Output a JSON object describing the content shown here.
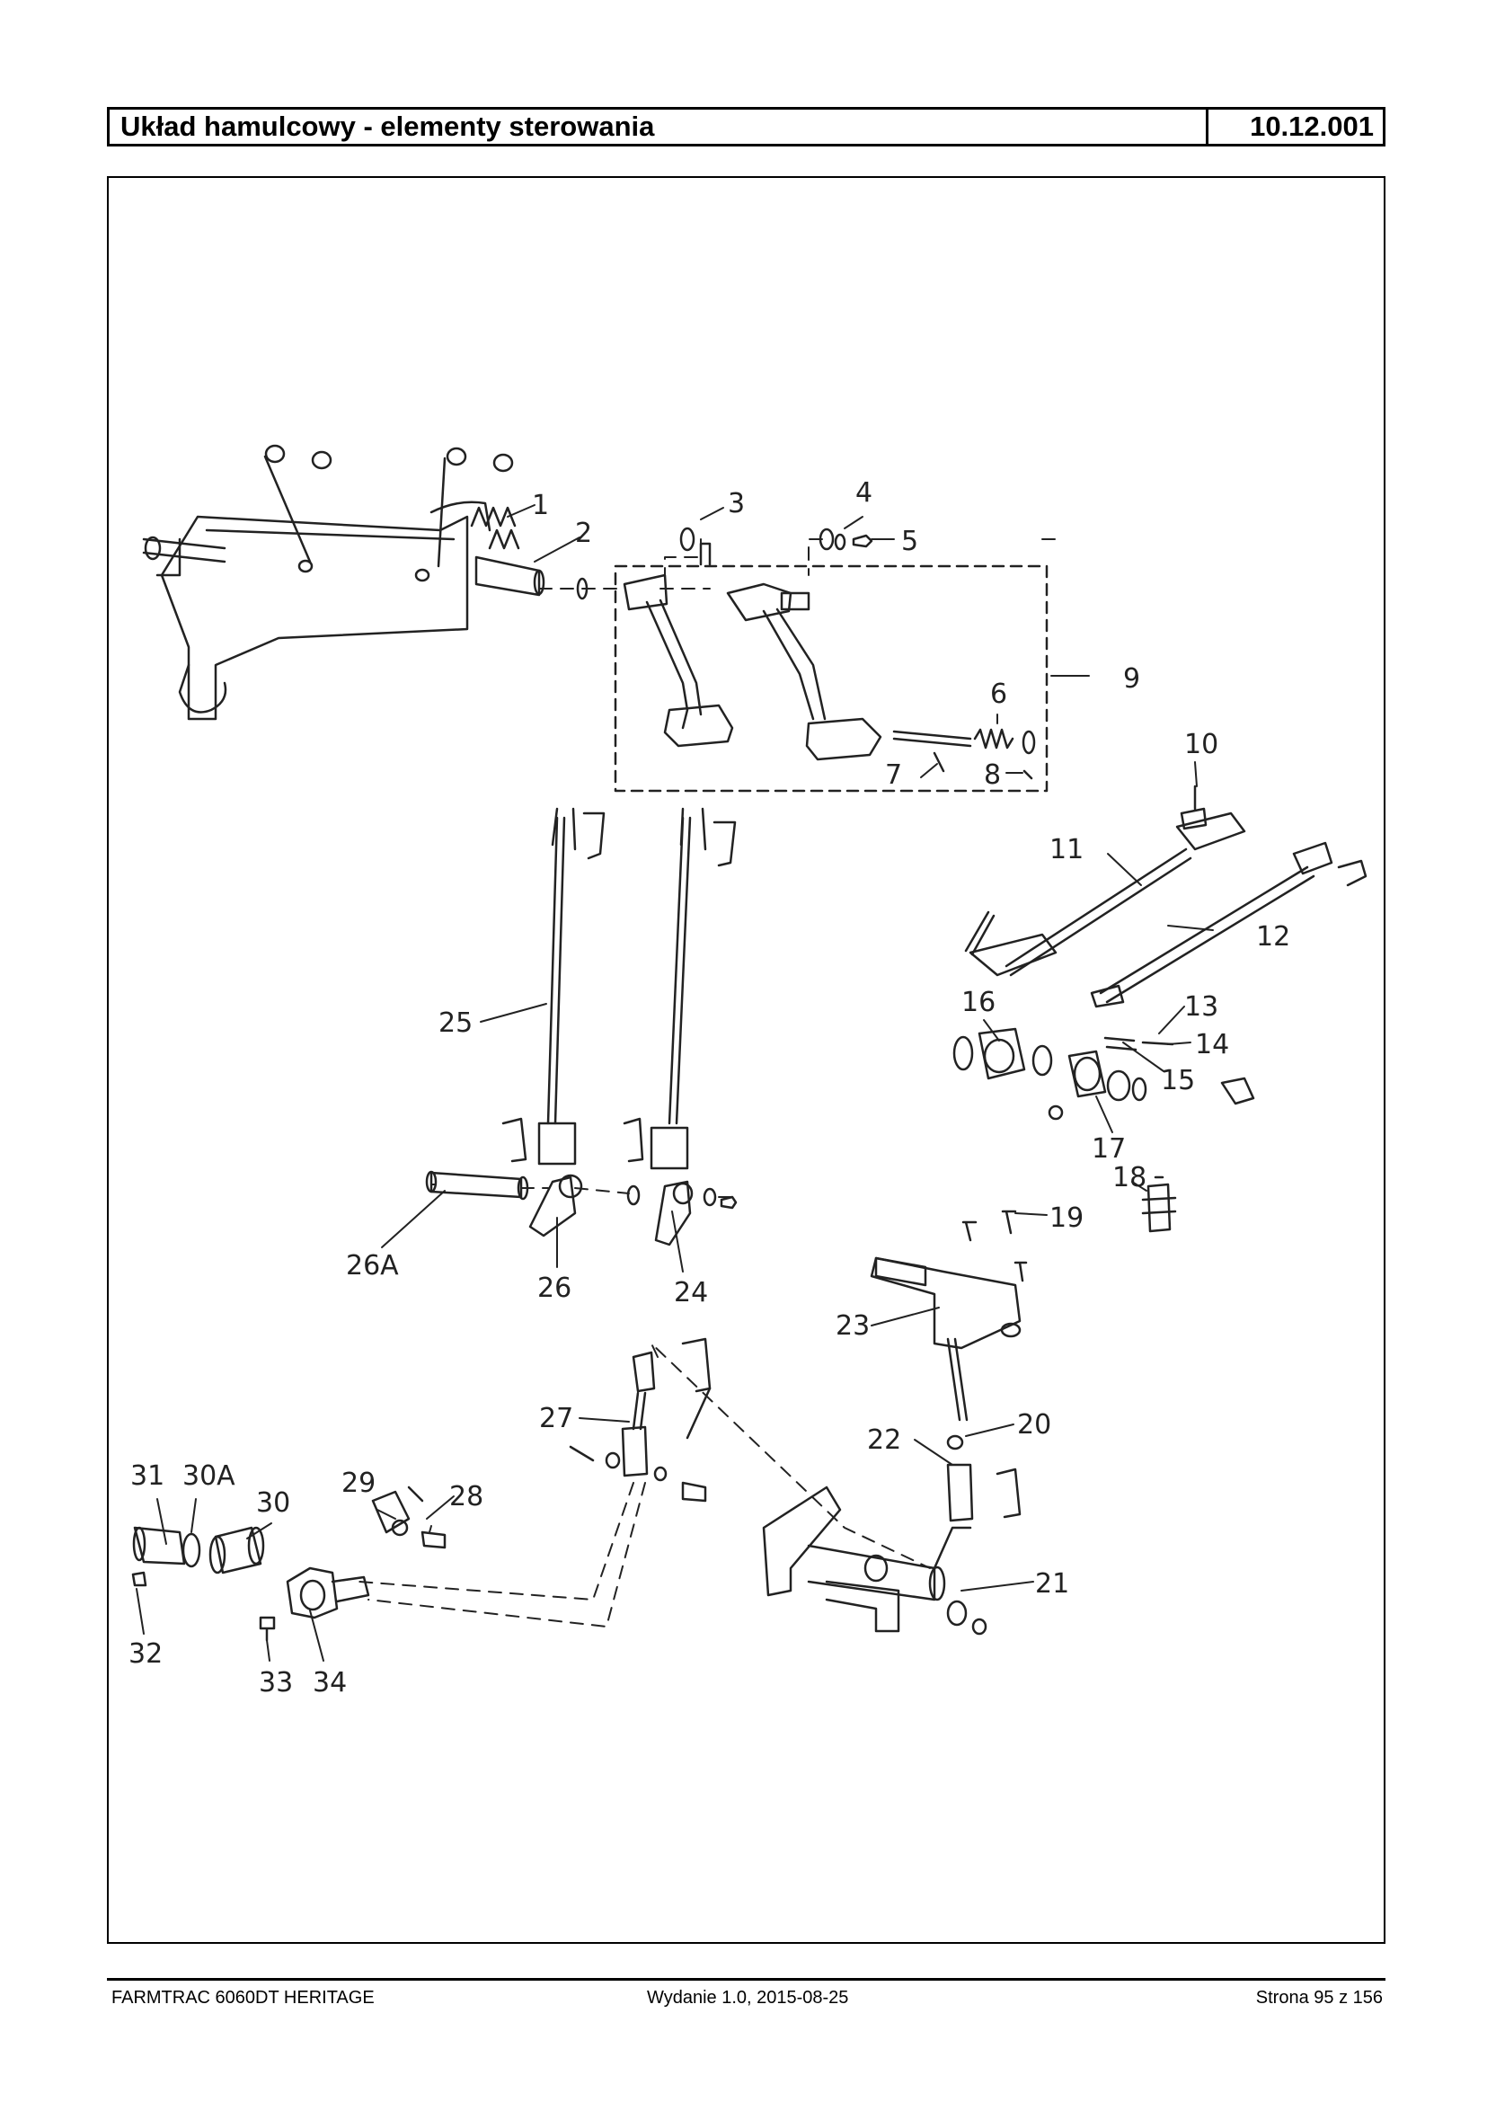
{
  "header": {
    "title": "Układ hamulcowy - elementy sterowania",
    "code": "10.12.001"
  },
  "diagram": {
    "callouts": [
      "1",
      "2",
      "3",
      "4",
      "5",
      "6",
      "7",
      "8",
      "9",
      "10",
      "11",
      "12",
      "13",
      "14",
      "15",
      "16",
      "17",
      "18",
      "19",
      "20",
      "21",
      "22",
      "23",
      "24",
      "25",
      "26",
      "26A",
      "27",
      "28",
      "29",
      "30",
      "30A",
      "31",
      "32",
      "33",
      "34"
    ]
  },
  "footer": {
    "model": "FARMTRAC 6060DT HERITAGE",
    "edition": "Wydanie 1.0,  2015-08-25",
    "page": "Strona 95 z 156"
  }
}
